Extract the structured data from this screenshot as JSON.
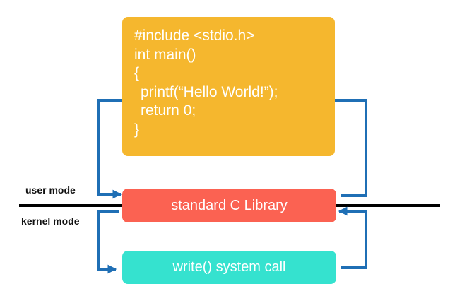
{
  "code_block": {
    "lines": [
      "#include <stdio.h>",
      "int main()",
      "{",
      "printf(“Hello World!”);",
      "return 0;",
      "}"
    ],
    "color": "#F5B72E"
  },
  "library_box": {
    "label": "standard C Library",
    "color": "#FB6252"
  },
  "syscall_box": {
    "label": "write() system call",
    "color": "#35E2CF"
  },
  "mode_labels": {
    "user": "user mode",
    "kernel": "kernel mode"
  },
  "arrow_color": "#1F6FB5",
  "boundary_color": "#000000"
}
